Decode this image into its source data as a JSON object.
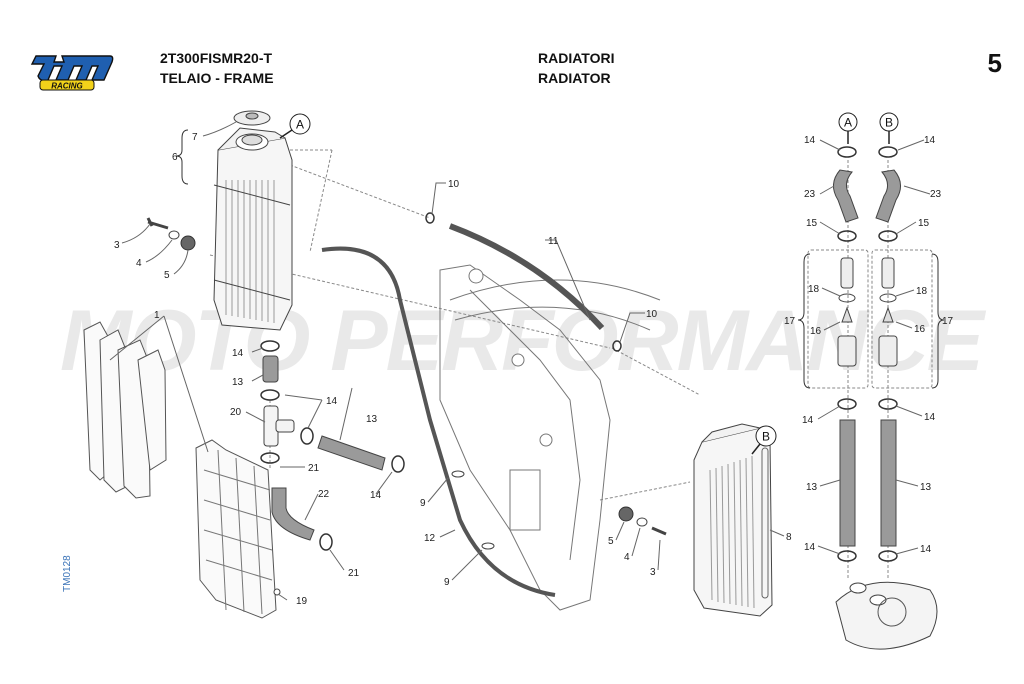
{
  "brand": {
    "logo_text": "tm",
    "logo_subtext": "RACING",
    "logo_colors": {
      "primary": "#1f5fb0",
      "accent": "#f3d21a",
      "outline": "#111111"
    }
  },
  "header": {
    "model_code": "2T300FISMR20-T",
    "group_it_en": "TELAIO - FRAME",
    "section_it": "RADIATORI",
    "section_en": "RADIATOR",
    "page_number": "5"
  },
  "watermark": "MOTO PERFORMANCE",
  "drawing_code": "TM0128",
  "reference_markers": [
    "A",
    "B",
    "A",
    "B"
  ],
  "callouts": {
    "left_radiator": [
      "7",
      "6",
      "3",
      "4",
      "5"
    ],
    "shrouds": [
      "1",
      "19"
    ],
    "hose_assembly": [
      "14",
      "13",
      "20",
      "14",
      "13",
      "21",
      "14",
      "22",
      "21"
    ],
    "frame": [
      "10",
      "11",
      "10",
      "9",
      "12",
      "9"
    ],
    "right_radiator": [
      "5",
      "4",
      "3",
      "8"
    ],
    "thermostat_column_a": [
      "14",
      "23",
      "15",
      "18",
      "17",
      "16",
      "14",
      "13",
      "14"
    ],
    "thermostat_column_b": [
      "14",
      "23",
      "15",
      "18",
      "17",
      "16",
      "14",
      "13",
      "14"
    ]
  }
}
